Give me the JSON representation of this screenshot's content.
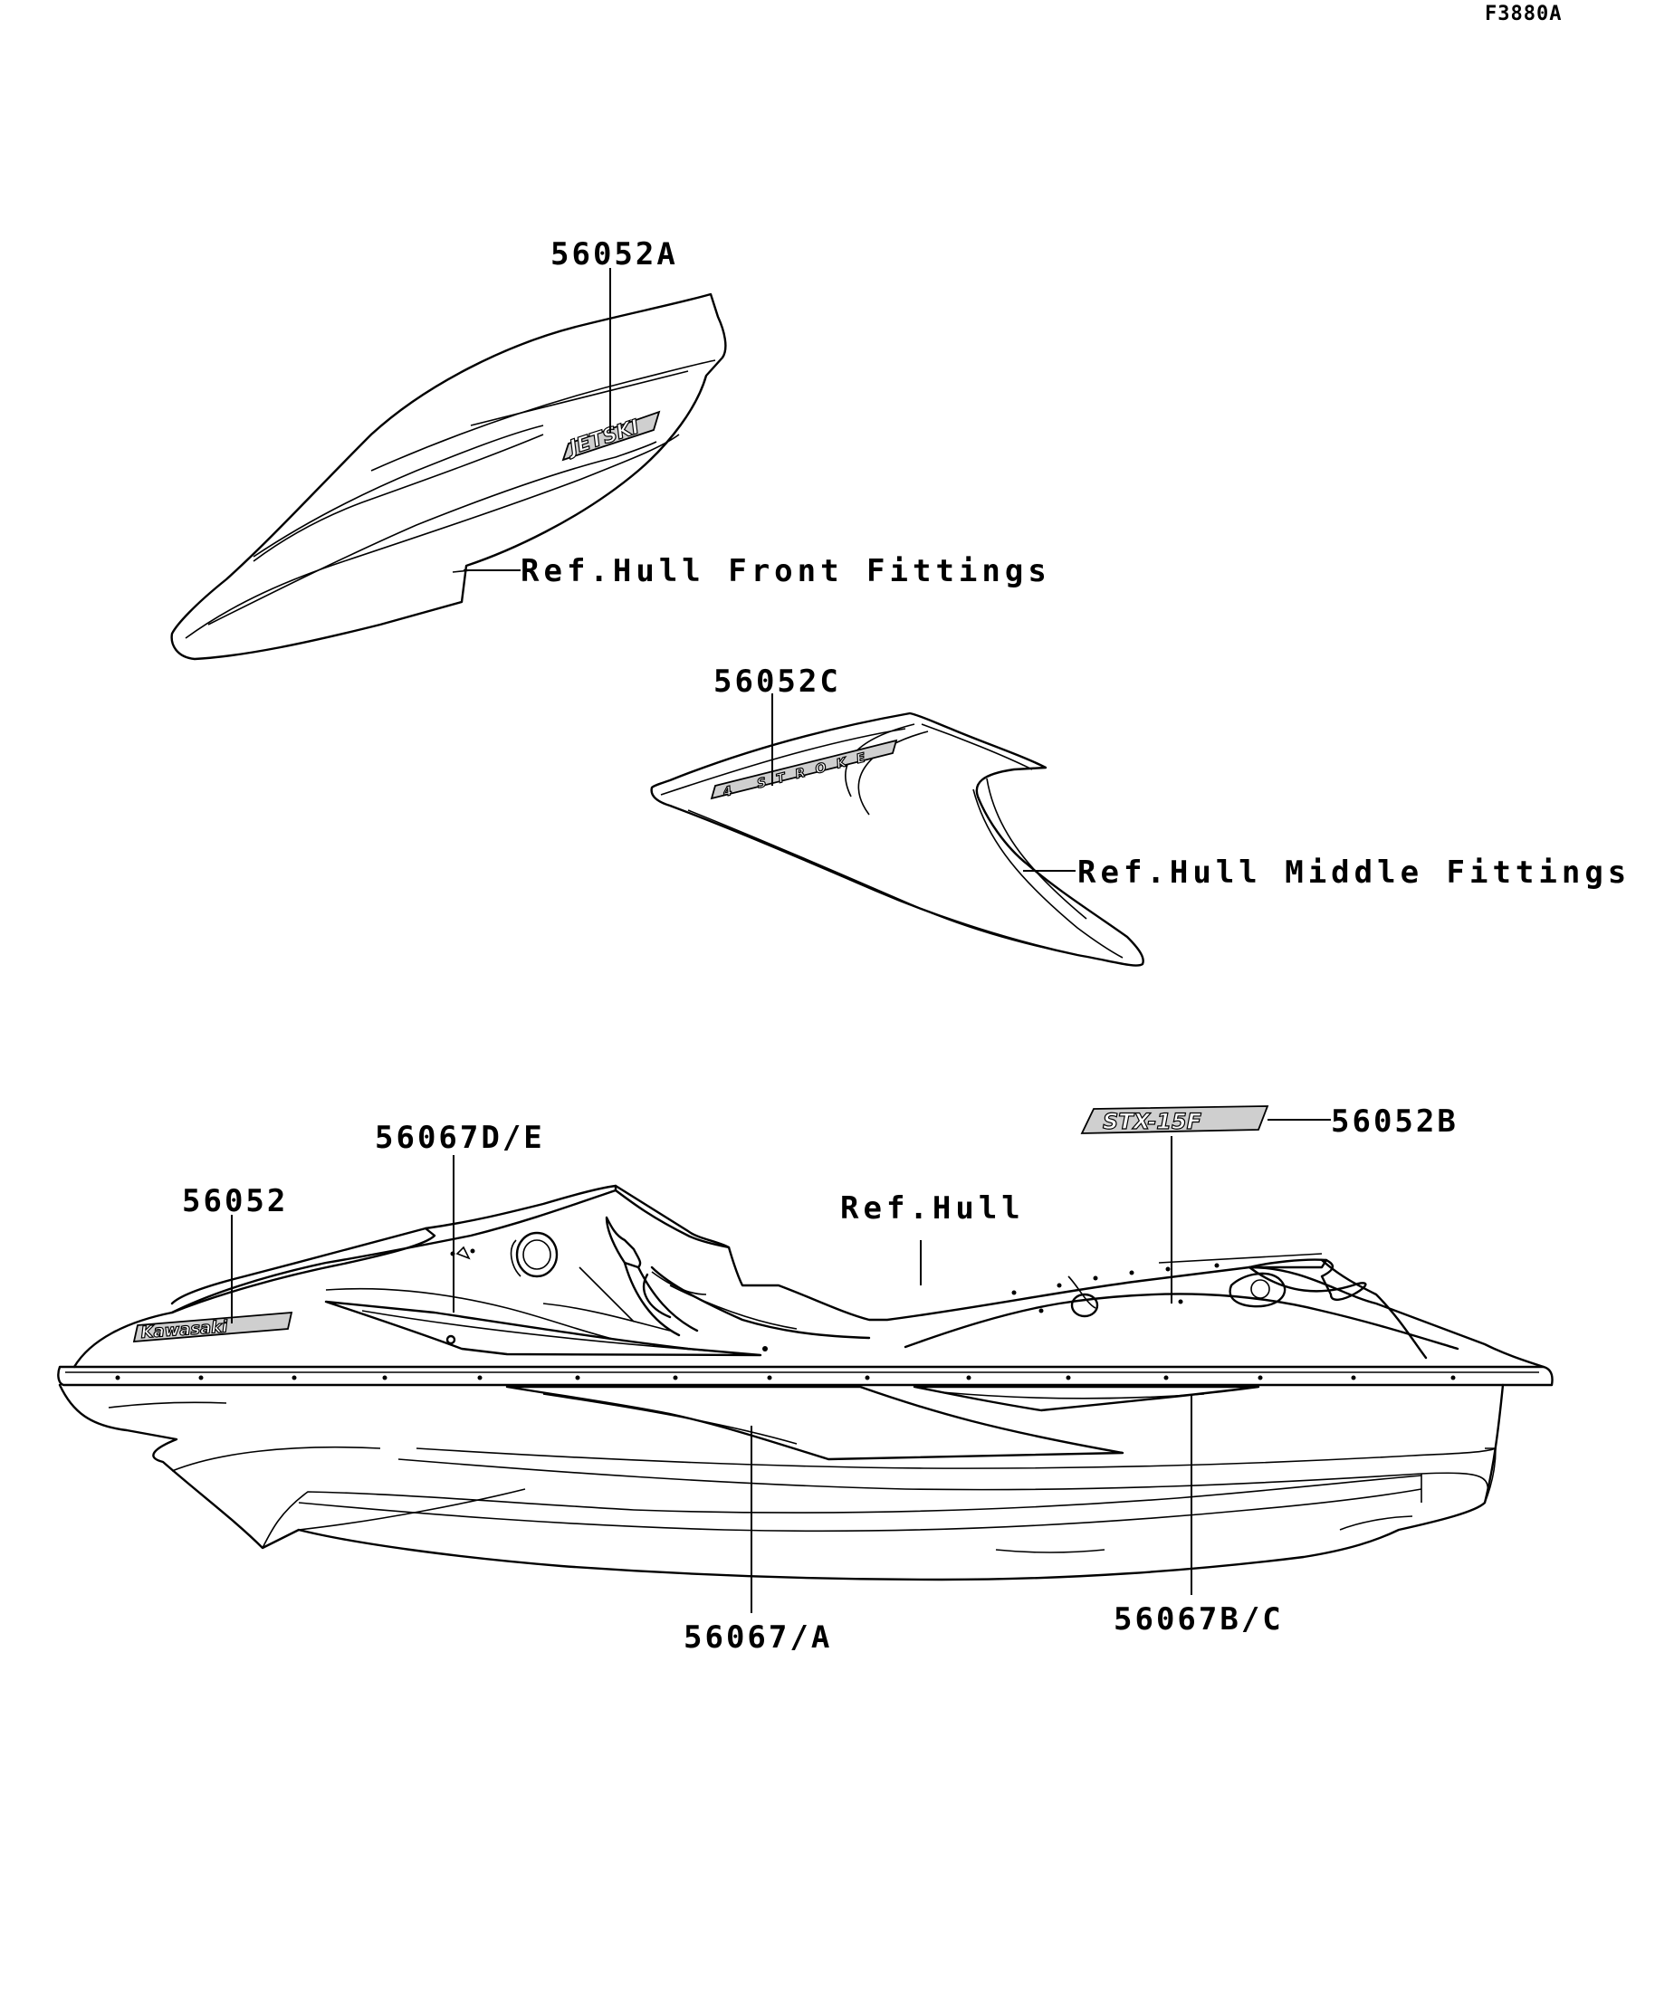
{
  "figure_id": "F3880A",
  "labels": {
    "p56052A": "56052A",
    "ref_front": "Ref.Hull Front Fittings",
    "p56052C": "56052C",
    "ref_middle": "Ref.Hull Middle Fittings",
    "p56067DE": "56067D/E",
    "p56052B": "56052B",
    "p56052": "56052",
    "ref_hull": "Ref.Hull",
    "p56067A": "56067/A",
    "p56067BC": "56067B/C"
  },
  "decals": {
    "jetski": "JETSKI",
    "stroke": "4 STROKE",
    "model": "STX-15F",
    "brand": "Kawasaki"
  },
  "colors": {
    "line": "#000000",
    "decal_fill": "#cfcfcf",
    "background": "#ffffff"
  }
}
